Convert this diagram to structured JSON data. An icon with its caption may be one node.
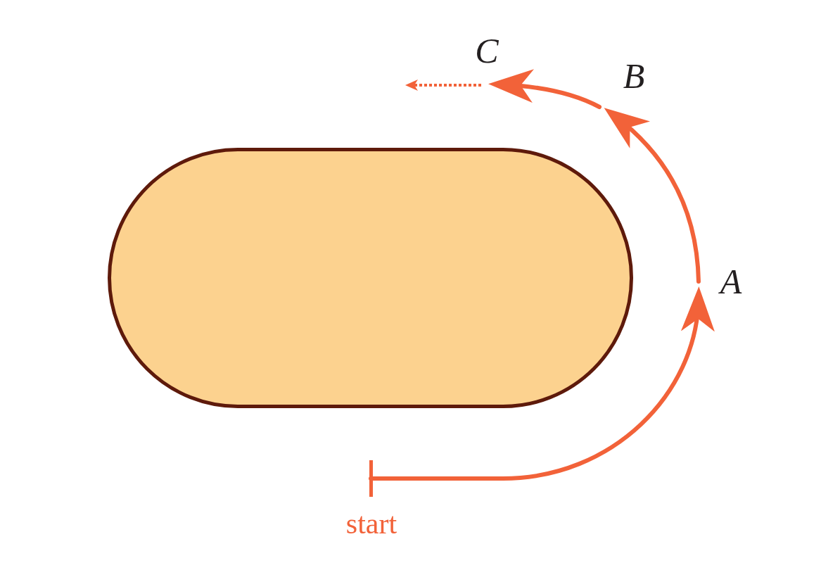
{
  "diagram": {
    "nodes": [
      {
        "text": [],
        "shape": "box"
      },
      {
        "text": [
          "start"
        ]
      },
      {
        "text": [
          "A"
        ]
      },
      {
        "text": [
          "B"
        ]
      },
      {
        "text": [
          "C"
        ]
      }
    ],
    "edges": [
      {
        "from": 1,
        "to": 2,
        "arrow": "to"
      },
      {
        "from": 2,
        "to": 3,
        "arrow": "to"
      },
      {
        "from": 3,
        "to": 4,
        "arrow": "to"
      },
      {
        "from": 4,
        "to": null,
        "arrow": "to",
        "style": "dashed"
      }
    ]
  }
}
